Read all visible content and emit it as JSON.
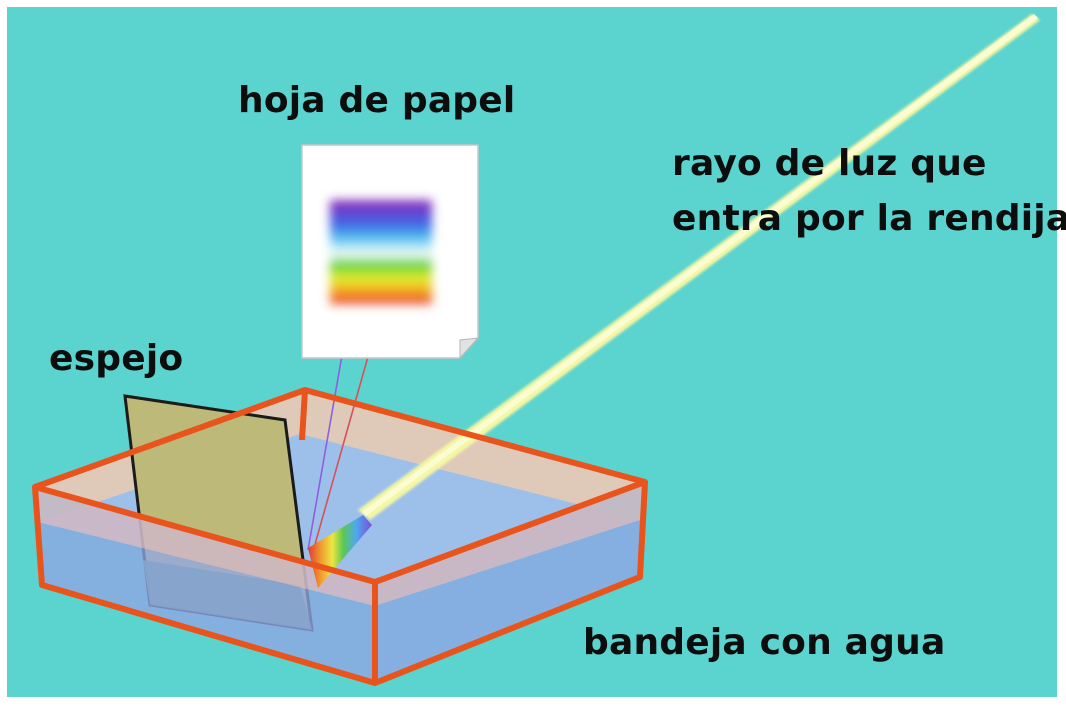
{
  "labels": {
    "paper": "hoja de papel",
    "ray_line1": "rayo de luz que",
    "ray_line2": "entra por la rendija",
    "mirror": "espejo",
    "tray": "bandeja con agua"
  },
  "colors": {
    "background": "#5bd3cf",
    "tray_outline": "#e8541c",
    "water": "#8fa6e4",
    "mirror": "#bdb979",
    "light_beam": "#f5f8a6",
    "paper": "#ffffff"
  }
}
